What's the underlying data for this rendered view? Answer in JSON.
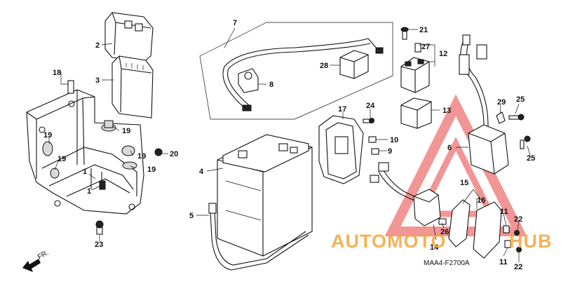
{
  "diagram_code": "MAA4-F2700A",
  "front_marker": "FR.",
  "watermark": {
    "text_part1": "AUTOMOTO",
    "text_part2": "HUB",
    "color_red": "#e94f4f",
    "color_orange": "#f3a53b"
  },
  "callouts": {
    "c1": "1",
    "c2": "2",
    "c3": "3",
    "c4": "4",
    "c5": "5",
    "c6": "6",
    "c7": "7",
    "c8": "8",
    "c9": "9",
    "c10": "10",
    "c11a": "11",
    "c11b": "11",
    "c12": "12",
    "c13": "13",
    "c14": "14",
    "c15": "15",
    "c16": "16",
    "c17": "17",
    "c18": "18",
    "c19a": "19",
    "c19b": "19",
    "c19c": "19",
    "c19d": "19",
    "c19e": "19",
    "c20": "20",
    "c21": "21",
    "c22a": "22",
    "c22b": "22",
    "c23": "23",
    "c24": "24",
    "c25a": "25",
    "c25b": "25",
    "c26": "26",
    "c27": "27",
    "c28": "28",
    "c29": "29"
  }
}
